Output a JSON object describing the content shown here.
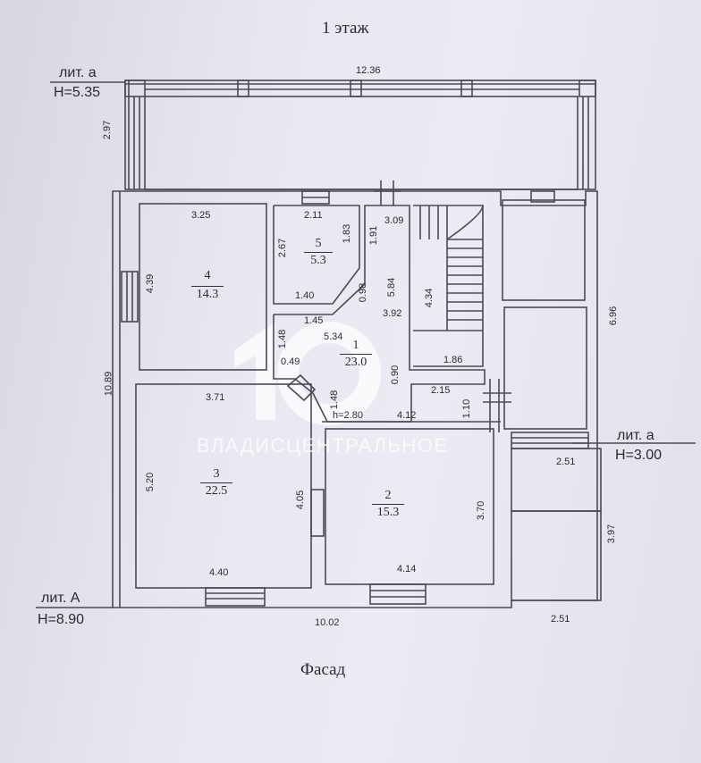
{
  "plan": {
    "title": "1 этаж",
    "facade": "Фасад",
    "watermark": "ВЛАДИСЦЕНТРАЛЬНОЕ",
    "litera": {
      "a_top": "лит. а",
      "a_top_h": "H=5.35",
      "a_right": "лит. а",
      "a_right_h": "H=3.00",
      "A_main": "лит. А",
      "A_main_h": "H=8.90"
    },
    "rooms": [
      {
        "num": "4",
        "area": "14.3"
      },
      {
        "num": "5",
        "area": "5.3"
      },
      {
        "num": "1",
        "area": "23.0"
      },
      {
        "num": "3",
        "area": "22.5"
      },
      {
        "num": "2",
        "area": "15.3"
      }
    ],
    "dims": {
      "d1236": "12.36",
      "d297": "2.97",
      "d325": "3.25",
      "d211": "2.11",
      "d309": "3.09",
      "d439": "4.39",
      "d267": "2.67",
      "d183": "1.83",
      "d191": "1.91",
      "d140": "1.40",
      "d098": "0.98",
      "d584": "5.84",
      "d434": "4.34",
      "d392": "3.92",
      "d145": "1.45",
      "d148a": "1.48",
      "d534": "5.34",
      "d049": "0.49",
      "d186": "1.86",
      "d090": "0.90",
      "d696": "6.96",
      "d1089": "10.89",
      "d371": "3.71",
      "d148b": "1.48",
      "d215": "2.15",
      "d110": "1.10",
      "h280": "h=2.80",
      "d412": "4.12",
      "d520": "5.20",
      "d405": "4.05",
      "d370": "3.70",
      "d251a": "2.51",
      "d397": "3.97",
      "d440": "4.40",
      "d414": "4.14",
      "d1002": "10.02",
      "d251b": "2.51"
    }
  }
}
